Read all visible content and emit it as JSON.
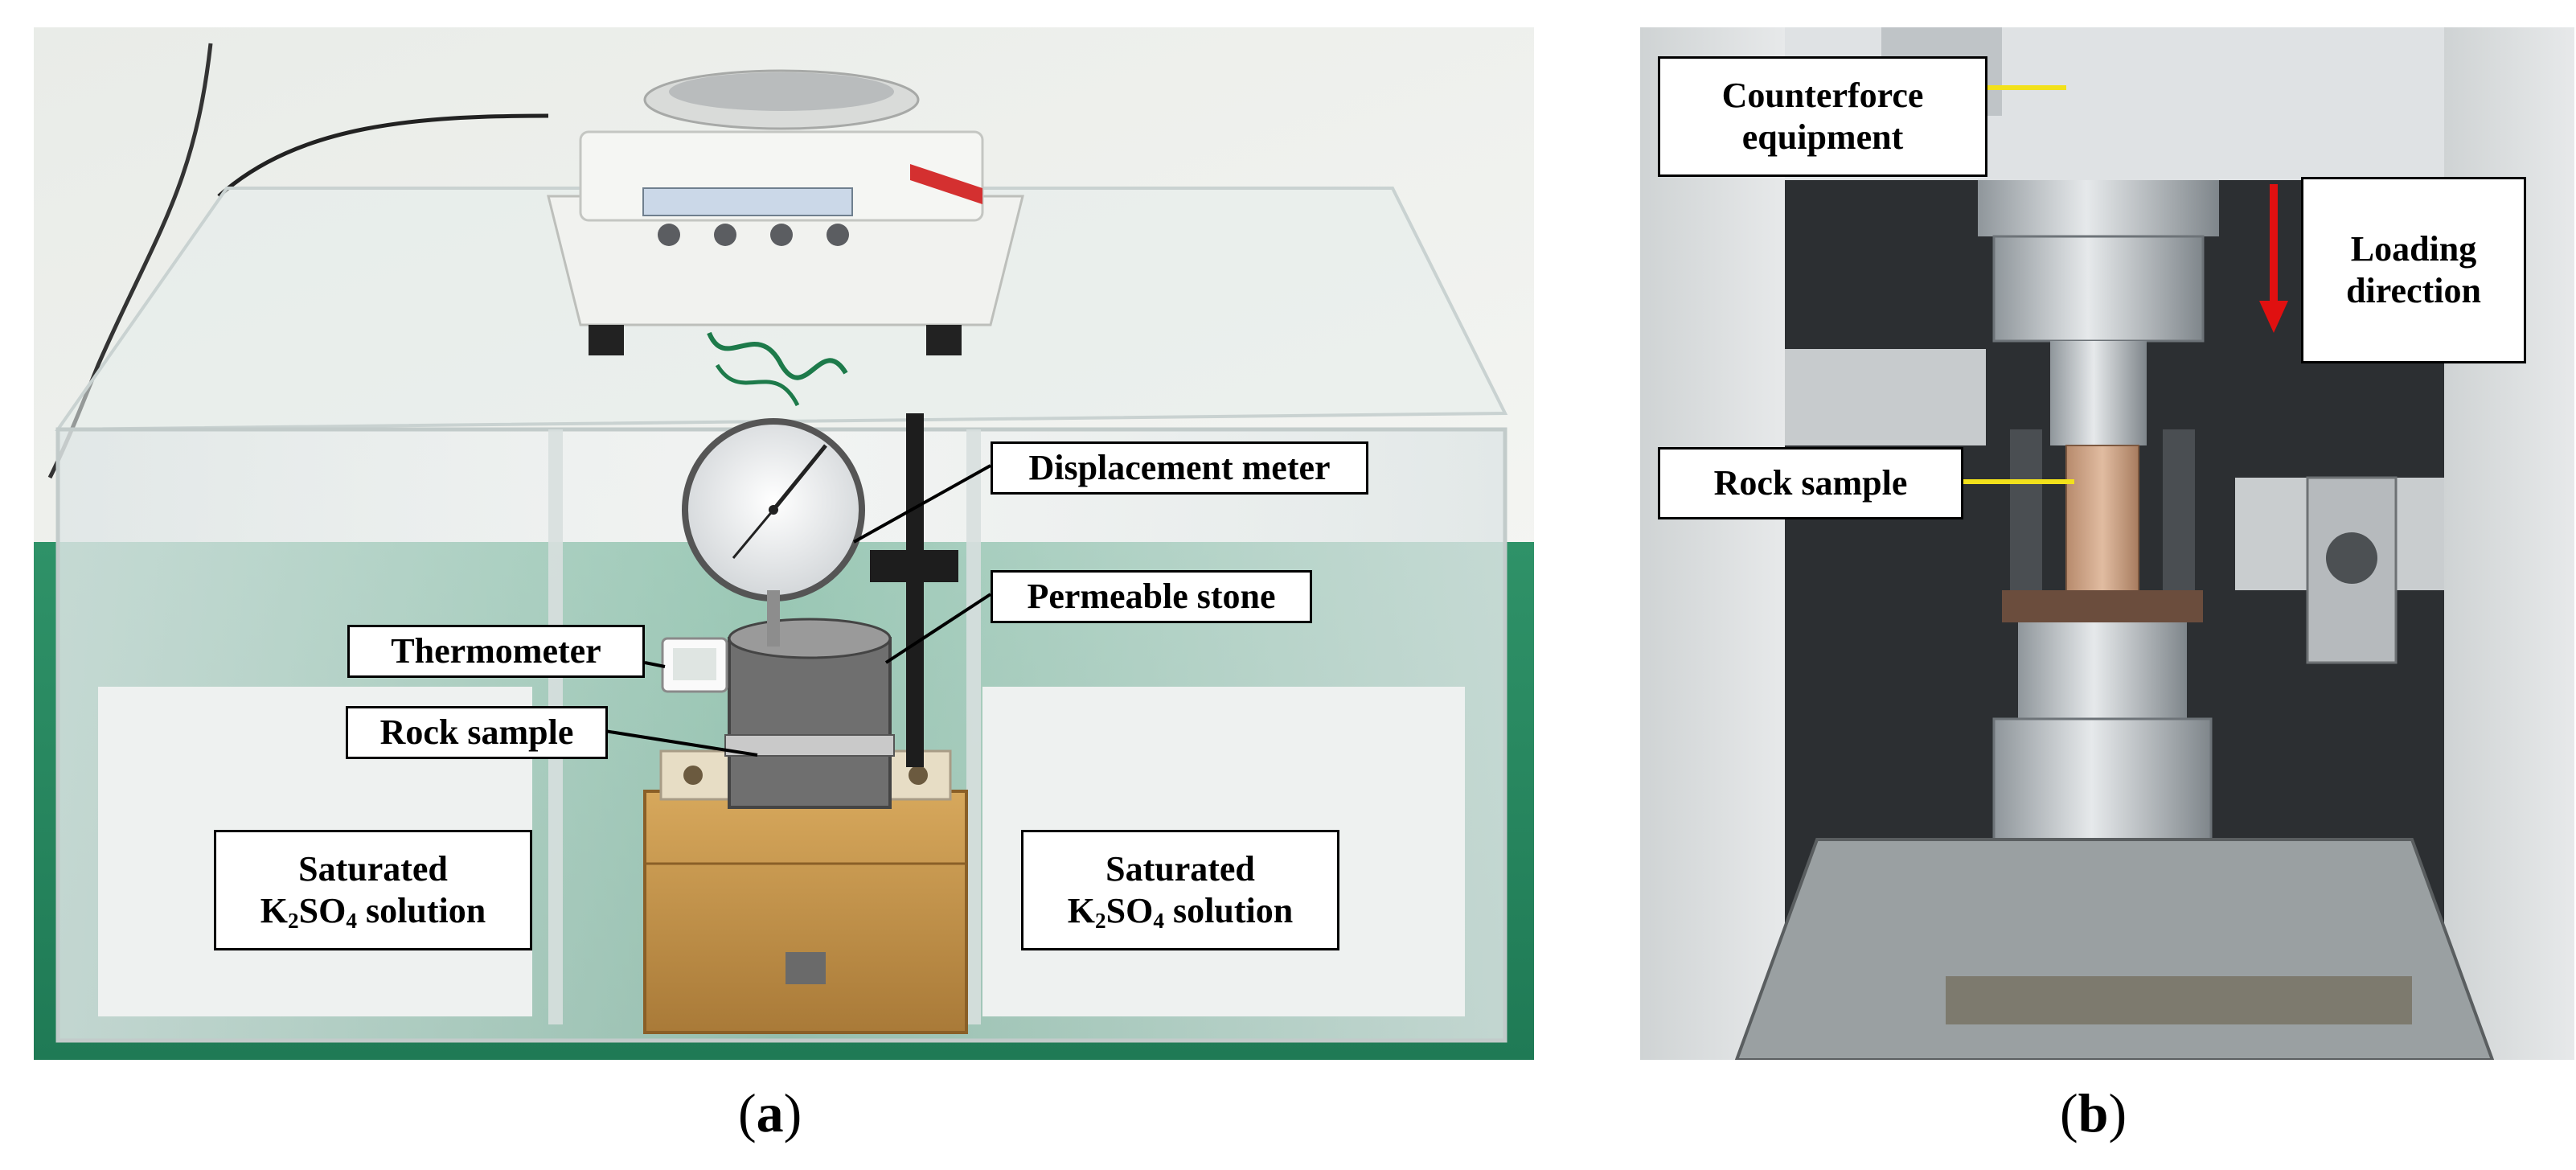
{
  "panel_a": {
    "labels": {
      "displacement_meter": "Displacement meter",
      "permeable_stone": "Permeable stone",
      "thermometer": "Thermometer",
      "rock_sample": "Rock sample",
      "saturated_left_line1": "Saturated",
      "saturated_left_line2": "K₂SO₄ solution",
      "saturated_right_line1": "Saturated",
      "saturated_right_line2": "K₂SO₄ solution"
    },
    "caption_letter": "a"
  },
  "panel_b": {
    "labels": {
      "counterforce_line1": "Counterforce",
      "counterforce_line2": "equipment",
      "loading_line1": "Loading",
      "loading_line2": "direction",
      "rock_sample": "Rock sample"
    },
    "caption_letter": "b"
  },
  "colors": {
    "leader_line": "#000000",
    "counterforce_leader": "#f2e11b",
    "rock_sample_leader_b": "#f2e11b",
    "loading_arrow": "#e01010",
    "bench_green": "#2e8a62",
    "wall": "#eef0ec"
  }
}
